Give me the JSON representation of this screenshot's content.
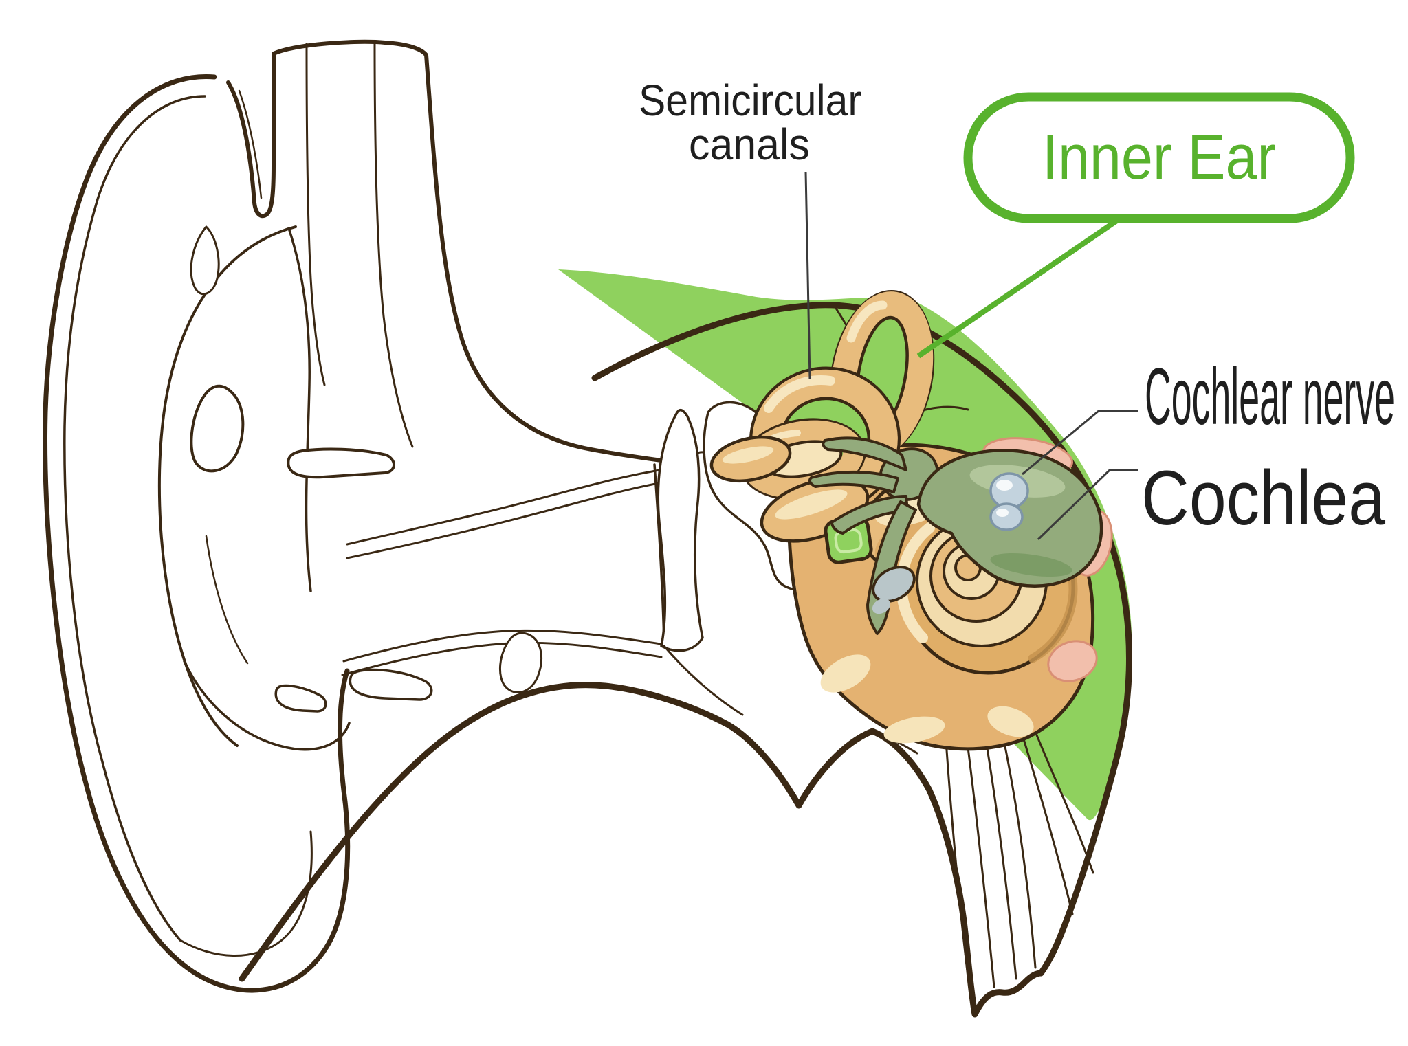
{
  "figure": {
    "type": "anatomy-diagram",
    "subject": "Human ear cross-section with the inner ear region highlighted in green",
    "callout": {
      "label": "Inner Ear"
    },
    "labels": {
      "semicircular": {
        "line1": "Semicircular",
        "line2": "canals"
      },
      "cochlear_nerve": {
        "text": "Cochlear nerve"
      },
      "cochlea": {
        "text": "Cochlea"
      }
    },
    "colors": {
      "background": "#FFFFFF",
      "line_art_outline": "#3A2814",
      "highlight_green": "#8FD15E",
      "callout_green": "#58B22D",
      "structure_tan": "#E8BC7D",
      "structure_tan_shadow": "#C6934F",
      "structure_cream": "#F6E4BA",
      "cochlea_inner_cream": "#F2DCAD",
      "nerve_sage": "#93AB7C",
      "nerve_sage_light": "#B2C69B",
      "nerve_sage_dark": "#7A9A64",
      "stapes_blue_gray": "#C3D3DE",
      "round_window_gray": "#B9C6C9",
      "accent_pink": "#F2BFAC",
      "leader_line": "#3B3B3B",
      "label_text": "#1F1F1F"
    }
  }
}
